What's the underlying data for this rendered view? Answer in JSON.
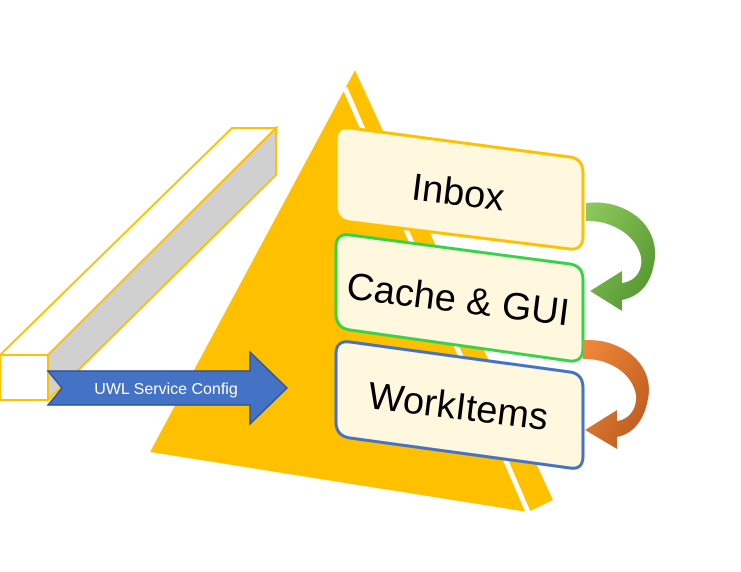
{
  "colors": {
    "pyramid": "#FFC000",
    "pyramid_edge": "#FFFFFF",
    "box_fill": "#FFF7DE",
    "inbox_border": "#FFC000",
    "cache_border": "#35D24A",
    "workitems_border": "#4472C4",
    "bar_outline": "#FFC000",
    "bar_side": "#D0D0D0",
    "service_arrow": "#4472C4",
    "arrow_green": "#70AD47",
    "arrow_orange": "#ED7D31"
  },
  "layers": [
    {
      "id": "inbox",
      "label": "Inbox"
    },
    {
      "id": "cache",
      "label": "Cache & GUI"
    },
    {
      "id": "workitems",
      "label": "WorkItems"
    }
  ],
  "service_arrow": {
    "label": "UWL Service Config"
  },
  "icons": {
    "green_curved_arrow": "curved-arrow-down-left",
    "orange_curved_arrow": "curved-arrow-down-left"
  }
}
